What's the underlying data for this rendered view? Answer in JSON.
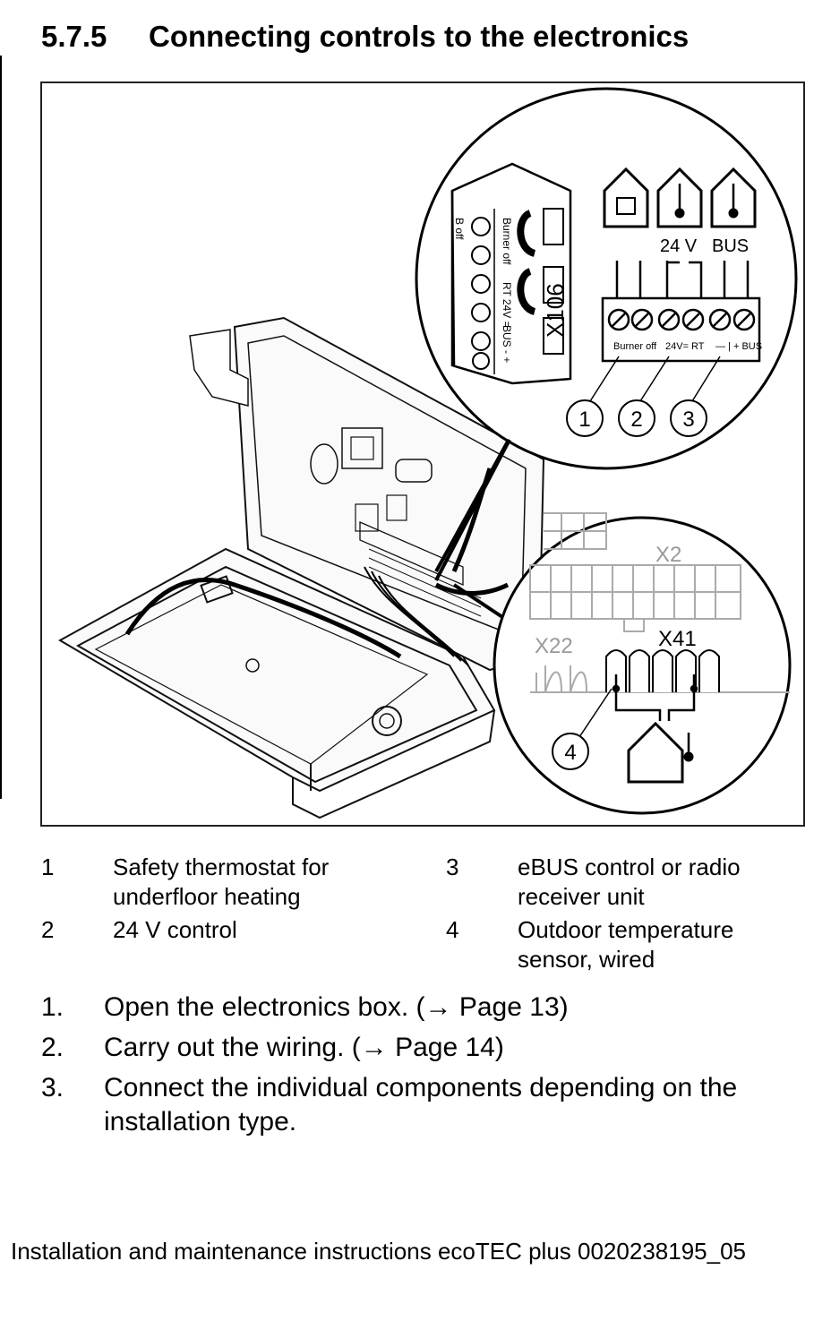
{
  "heading": {
    "number": "5.7.5",
    "title": "Connecting controls to the electronics"
  },
  "figure": {
    "connector_vertical_labels": [
      "B off",
      "Burner off",
      "RT 24V =",
      "BUS - +"
    ],
    "connector_id": "X106",
    "terminal_top_labels": {
      "v24": "24 V",
      "bus": "BUS"
    },
    "terminal_bottom_labels": {
      "burner": "Burner off",
      "rt": "24V= RT",
      "bus": "— | + BUS"
    },
    "callouts": [
      "1",
      "2",
      "3",
      "4"
    ],
    "board_labels": {
      "x2": "X2",
      "x22": "X22",
      "x41": "X41"
    }
  },
  "legend": [
    {
      "num": "1",
      "text": "Safety thermostat for underfloor heating"
    },
    {
      "num": "2",
      "text": "24 V control"
    },
    {
      "num": "3",
      "text": "eBUS control or radio receiver unit"
    },
    {
      "num": "4",
      "text": "Outdoor temperature sensor, wired"
    }
  ],
  "steps": [
    {
      "num": "1.",
      "text": "Open the electronics box. (→ Page 13)"
    },
    {
      "num": "2.",
      "text": "Carry out the wiring. (→ Page 14)"
    },
    {
      "num": "3.",
      "text": "Connect the individual components depending on the installation type."
    }
  ],
  "footer": "Installation and maintenance instructions ecoTEC plus 0020238195_05"
}
